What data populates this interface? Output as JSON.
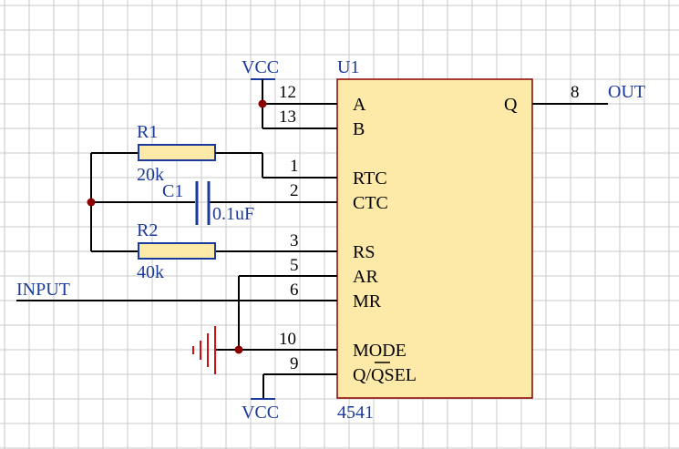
{
  "chip": {
    "designator": "U1",
    "part": "4541",
    "pins": [
      {
        "number": "12",
        "name": "A"
      },
      {
        "number": "13",
        "name": "B"
      },
      {
        "number": "1",
        "name": "RTC"
      },
      {
        "number": "2",
        "name": "CTC"
      },
      {
        "number": "3",
        "name": "RS"
      },
      {
        "number": "5",
        "name": "AR"
      },
      {
        "number": "6",
        "name": "MR"
      },
      {
        "number": "10",
        "name": "MODE"
      },
      {
        "number": "9",
        "name": "Q/QSEL"
      },
      {
        "number": "8",
        "name": "Q"
      }
    ]
  },
  "components": {
    "r1": {
      "designator": "R1",
      "value": "20k"
    },
    "r2": {
      "designator": "R2",
      "value": "40k"
    },
    "c1": {
      "designator": "C1",
      "value": "0.1uF"
    }
  },
  "nets": {
    "vcc_top": "VCC",
    "vcc_bottom": "VCC",
    "input": "INPUT",
    "output": "OUT"
  },
  "colors": {
    "chip_fill": "#fde9a8",
    "chip_border": "#8b0000",
    "label_blue": "#1a3a9c",
    "ground": "#d01010",
    "grid": "#c8c8c8"
  }
}
